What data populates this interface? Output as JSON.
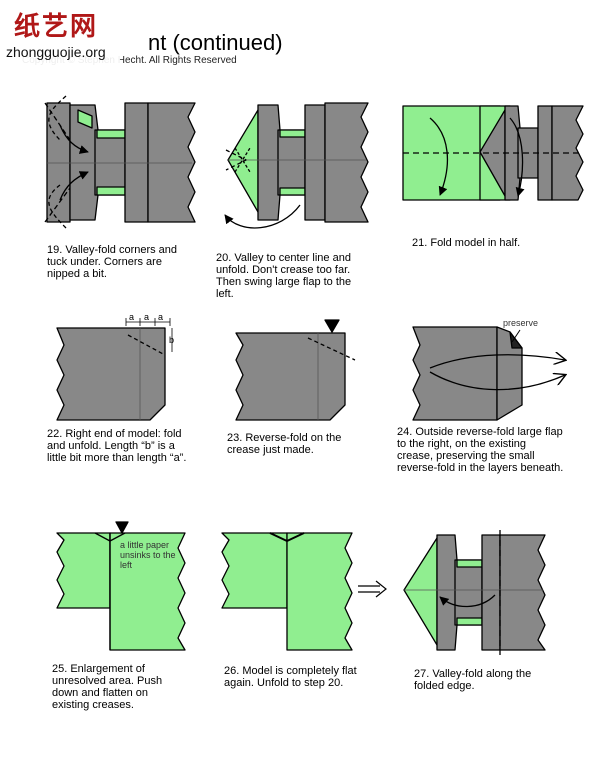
{
  "header": {
    "title": "nt (continued)",
    "copyright": "Copyright © Stephen Hecht.  All Rights Reserved"
  },
  "watermark": {
    "chinese": "纸艺网",
    "url": "zhongguojie.org"
  },
  "colors": {
    "gray": "#888888",
    "green": "#90ee90",
    "outline": "#000000"
  },
  "steps": [
    {
      "caption": "19.  Valley-fold corners and tuck under.  Corners are nipped a bit."
    },
    {
      "caption": "20.  Valley to center line and unfold.  Don't crease too far. Then swing large flap to the left."
    },
    {
      "caption": "21.  Fold model in half."
    },
    {
      "caption": "22.  Right end of model: fold and unfold.  Length “b” is a little bit more than length “a”.",
      "labels": [
        "a",
        "a",
        "a",
        "b"
      ]
    },
    {
      "caption": "23.  Reverse-fold on the crease just made."
    },
    {
      "caption": "24.  Outside reverse-fold large flap to the right, on the existing crease, preserving the small reverse-fold in the layers beneath.",
      "labels": [
        "preserve"
      ]
    },
    {
      "caption": "25.  Enlargement of unresolved area.  Push down and flatten on existing creases.",
      "labels": [
        "a little paper unsinks to the left"
      ]
    },
    {
      "caption": "26.  Model is completely flat again.  Unfold to step 20."
    },
    {
      "caption": "27.  Valley-fold along the folded edge."
    }
  ]
}
